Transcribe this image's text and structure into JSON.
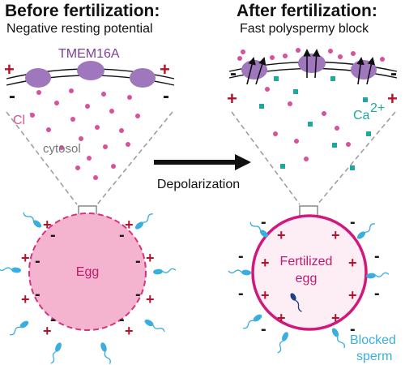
{
  "left_panel": {
    "title": "Before fertilization:",
    "subtitle": "Negative resting potential",
    "channel_label": "TMEM16A",
    "ion_label": "Cl",
    "ion_charge": "-",
    "cytosol_label": "cytosol",
    "cell_label": "Egg"
  },
  "right_panel": {
    "title": "After fertilization:",
    "subtitle": "Fast polyspermy block",
    "ion_label": "Ca",
    "ion_charge": "2+",
    "cell_label_line1": "Fertilized",
    "cell_label_line2": "egg",
    "sperm_label_line1": "Blocked",
    "sperm_label_line2": "sperm"
  },
  "center": {
    "transition_label": "Depolarization"
  },
  "colors": {
    "chloride": "#d9519b",
    "calcium": "#20a89a",
    "channel": "#9f77bd",
    "channel_text": "#7b3f98",
    "plus_sign": "#b3132a",
    "minus_sign": "#1a1a1a",
    "egg_fill": "#f4b3cf",
    "egg_border": "#d6337e",
    "fertilized_fill": "#fdeef5",
    "fertilized_border": "#d1187c",
    "sperm": "#3aaee0",
    "cytosol_text": "#777777"
  }
}
